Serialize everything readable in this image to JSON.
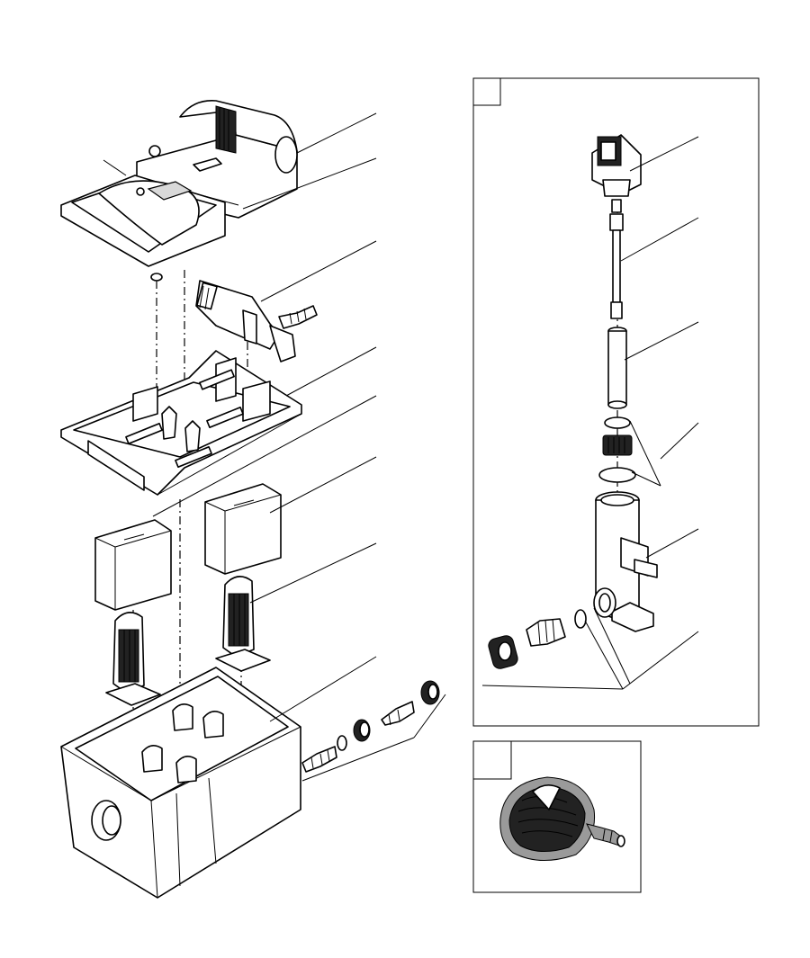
{
  "diagram": {
    "kind": "exploded parts drawing",
    "panels": [
      {
        "id": "main-assembly",
        "label": ""
      },
      {
        "id": "uv-riser-detail",
        "label": ""
      },
      {
        "id": "pump-detail",
        "label": ""
      }
    ],
    "legend_boxes": [
      "",
      ""
    ]
  }
}
